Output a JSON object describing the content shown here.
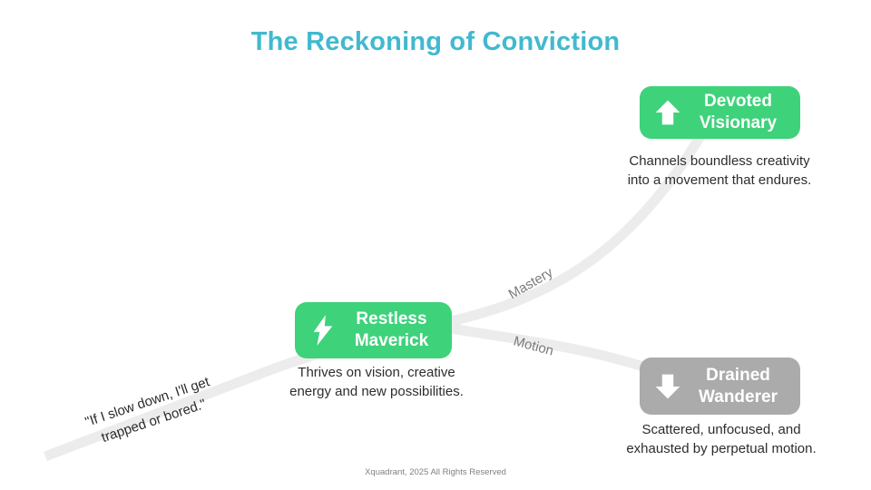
{
  "title": {
    "text": "The Reckoning of Conviction",
    "color": "#41b9cf"
  },
  "quote": {
    "line1": "\"If I slow down, I'll get",
    "line2": "trapped or bored.\""
  },
  "branch_labels": {
    "mastery": "Mastery",
    "motion": "Motion"
  },
  "nodes": [
    {
      "name": "Devoted Visionary",
      "label_line1": "Devoted",
      "label_line2": "Visionary",
      "icon": "arrow-up-icon",
      "color": "#3ed27a",
      "desc_line1": "Channels boundless creativity",
      "desc_line2": "into a movement that endures."
    },
    {
      "name": "Restless Maverick",
      "label_line1": "Restless",
      "label_line2": "Maverick",
      "icon": "lightning-bolt-icon",
      "color": "#3ed27a",
      "desc_line1": "Thrives on vision, creative",
      "desc_line2": "energy and new possibilities."
    },
    {
      "name": "Drained Wanderer",
      "label_line1": "Drained",
      "label_line2": "Wanderer",
      "icon": "arrow-down-icon",
      "color": "#ababab",
      "desc_line1": "Scattered, unfocused, and",
      "desc_line2": "exhausted by perpetual motion."
    }
  ],
  "footer": {
    "text": "Xquadrant, 2025 All Rights Reserved"
  },
  "path_color": "#ececec"
}
